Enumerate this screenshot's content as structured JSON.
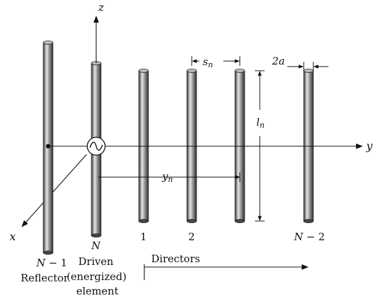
{
  "axes": {
    "z": "z",
    "y": "y",
    "x": "x"
  },
  "dimensions": {
    "spacing": "s",
    "spacing_sub": "n",
    "length": "l",
    "length_sub": "n",
    "position": "y",
    "position_sub": "n",
    "diameter": "2a"
  },
  "elements": {
    "reflector": {
      "index": "N − 1",
      "role": "Reflector"
    },
    "driven": {
      "index": "N",
      "role_line1": "Driven",
      "role_line2": "(energized)",
      "role_line3": "element"
    },
    "director_1": {
      "index": "1"
    },
    "director_2": {
      "index": "2"
    },
    "director_last": {
      "index": "N − 2"
    }
  },
  "directors_label": "Directors",
  "colors": {
    "rod_dark": "#3a3a3a",
    "rod_light": "#d8d8d8",
    "line": "#111111"
  }
}
